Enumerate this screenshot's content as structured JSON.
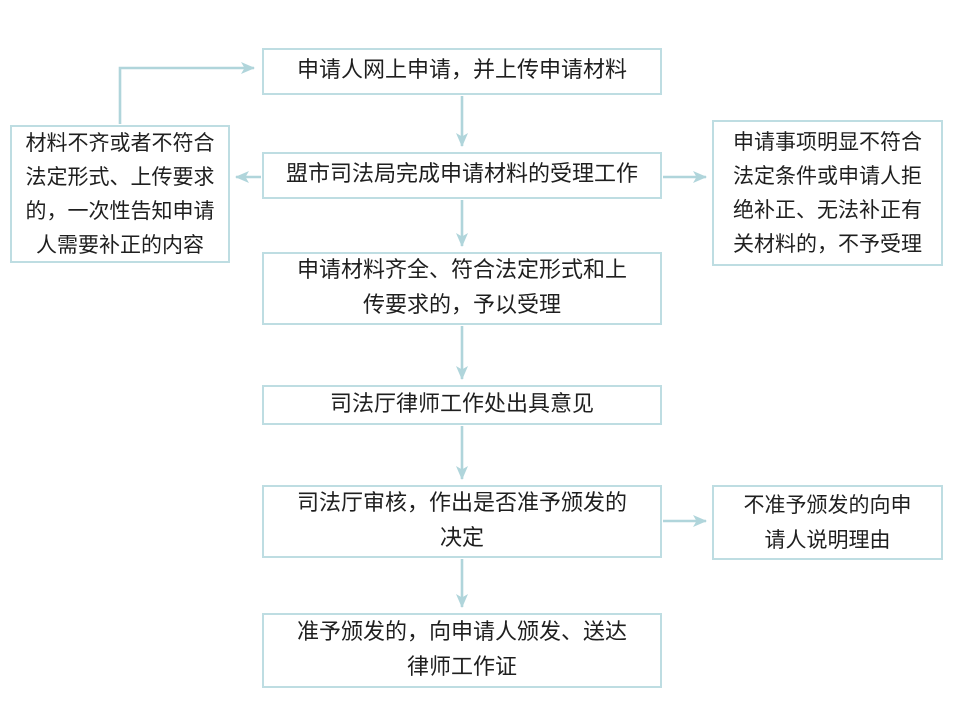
{
  "diagram": {
    "title": "lawyer-work-permit-issuance-flowchart",
    "colors": {
      "border": "#bedde2",
      "arrow": "#b0d5db",
      "text": "#1f1f1f",
      "bg": "#ffffff"
    },
    "nodes": [
      {
        "id": "apply",
        "label": "申请人网上申请，并上传申请材料"
      },
      {
        "id": "bureau-accept",
        "label": "盟市司法局完成申请材料的受理工作"
      },
      {
        "id": "correction",
        "label": "材料不齐或者不符合\n法定形式、上传要求\n的，一次性告知申请\n人需要补正的内容"
      },
      {
        "id": "not-accepted",
        "label": "申请事项明显不符合\n法定条件或申请人拒\n绝补正、无法补正有\n关材料的，不予受理"
      },
      {
        "id": "accepted",
        "label": "申请材料齐全、符合法定形式和上\n传要求的，予以受理"
      },
      {
        "id": "opinion",
        "label": "司法厅律师工作处出具意见"
      },
      {
        "id": "review",
        "label": "司法厅审核，作出是否准予颁发的\n决定"
      },
      {
        "id": "explain",
        "label": "不准予颁发的向申\n请人说明理由"
      },
      {
        "id": "issue",
        "label": "准予颁发的，向申请人颁发、送达\n律师工作证"
      }
    ]
  }
}
